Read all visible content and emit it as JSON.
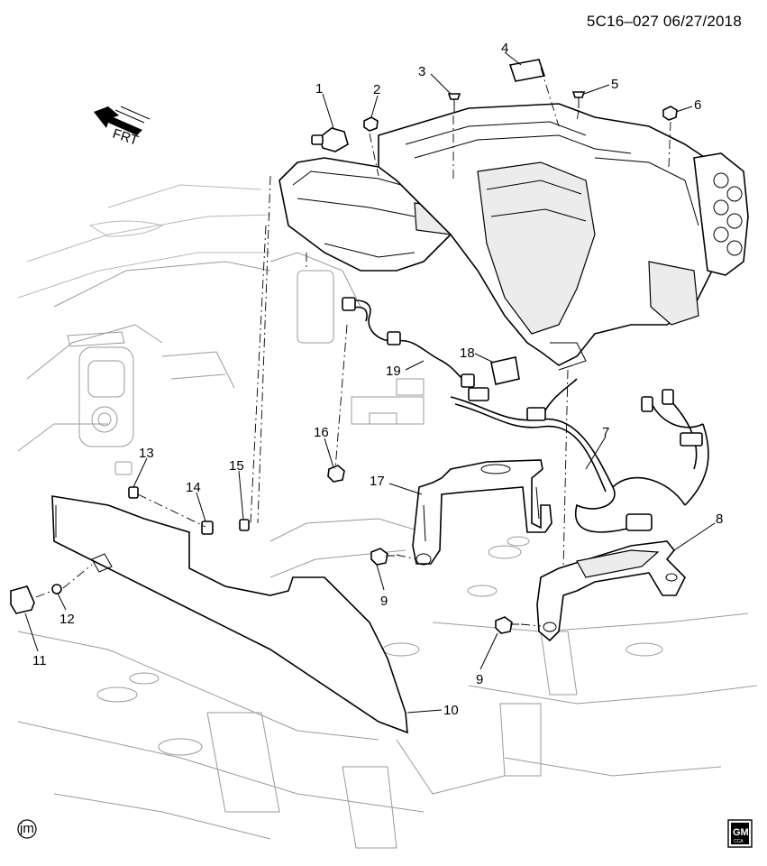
{
  "header": {
    "code": "5C16–027  06/27/2018"
  },
  "orientation": {
    "label": "FRT"
  },
  "corner": {
    "author_initials": "jm",
    "brand": "GM",
    "brand_sub": "CCA"
  },
  "callouts": {
    "c1": "1",
    "c2": "2",
    "c3": "3",
    "c4": "4",
    "c5": "5",
    "c6": "6",
    "c7": "7",
    "c8": "8",
    "c9a": "9",
    "c9b": "9",
    "c10": "10",
    "c11": "11",
    "c12": "12",
    "c13": "13",
    "c14": "14",
    "c15": "15",
    "c16": "16",
    "c17": "17",
    "c18": "18",
    "c19": "19"
  }
}
